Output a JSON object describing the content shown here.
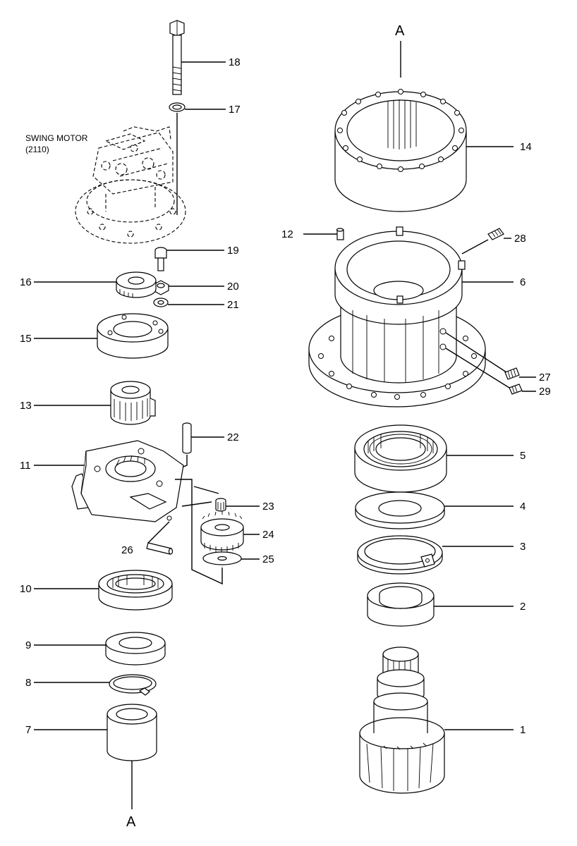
{
  "title": "",
  "motor_label": {
    "line1": "SWING MOTOR",
    "line2": "(2110)"
  },
  "section_marks": [
    "A",
    "A"
  ],
  "callouts": [
    {
      "id": "1",
      "label": "1"
    },
    {
      "id": "2",
      "label": "2"
    },
    {
      "id": "3",
      "label": "3"
    },
    {
      "id": "4",
      "label": "4"
    },
    {
      "id": "5",
      "label": "5"
    },
    {
      "id": "6",
      "label": "6"
    },
    {
      "id": "7",
      "label": "7"
    },
    {
      "id": "8",
      "label": "8"
    },
    {
      "id": "9",
      "label": "9"
    },
    {
      "id": "10",
      "label": "10"
    },
    {
      "id": "11",
      "label": "11"
    },
    {
      "id": "12",
      "label": "12"
    },
    {
      "id": "13",
      "label": "13"
    },
    {
      "id": "14",
      "label": "14"
    },
    {
      "id": "15",
      "label": "15"
    },
    {
      "id": "16",
      "label": "16"
    },
    {
      "id": "17",
      "label": "17"
    },
    {
      "id": "18",
      "label": "18"
    },
    {
      "id": "19",
      "label": "19"
    },
    {
      "id": "20",
      "label": "20"
    },
    {
      "id": "21",
      "label": "21"
    },
    {
      "id": "22",
      "label": "22"
    },
    {
      "id": "23",
      "label": "23"
    },
    {
      "id": "24",
      "label": "24"
    },
    {
      "id": "25",
      "label": "25"
    },
    {
      "id": "26",
      "label": "26"
    },
    {
      "id": "27",
      "label": "27"
    },
    {
      "id": "28",
      "label": "28"
    },
    {
      "id": "29",
      "label": "29"
    }
  ]
}
